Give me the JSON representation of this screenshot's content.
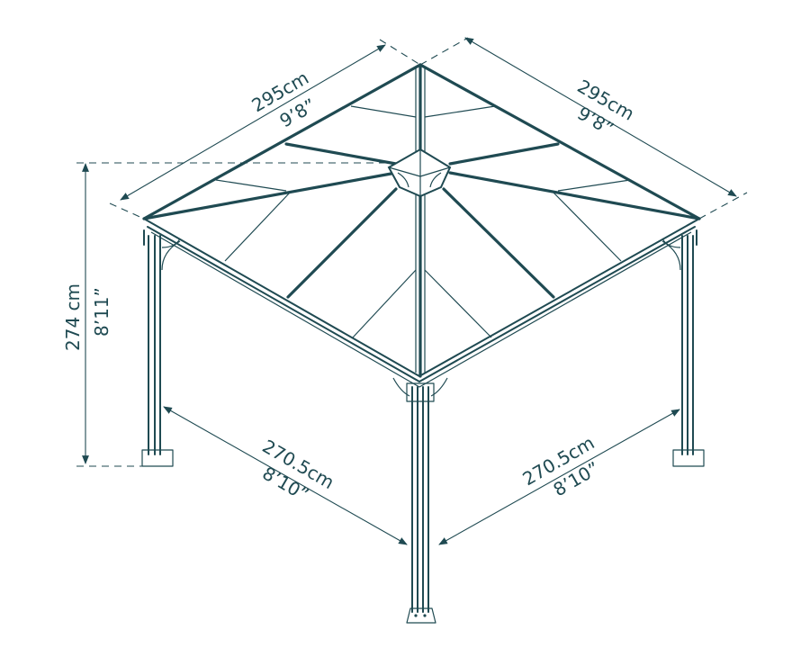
{
  "diagram": {
    "subject": "Square hardtop gazebo dimension drawing",
    "line_color": "#1f4a52",
    "dimensions": {
      "roof_left_width": {
        "metric": "295cm",
        "imperial": "9’8”"
      },
      "roof_right_width": {
        "metric": "295cm",
        "imperial": "9’8”"
      },
      "height": {
        "metric": "274 cm",
        "imperial": "8’11”"
      },
      "base_left_width": {
        "metric": "270.5cm",
        "imperial": "8’10”"
      },
      "base_right_width": {
        "metric": "270.5cm",
        "imperial": "8’10”"
      }
    }
  }
}
